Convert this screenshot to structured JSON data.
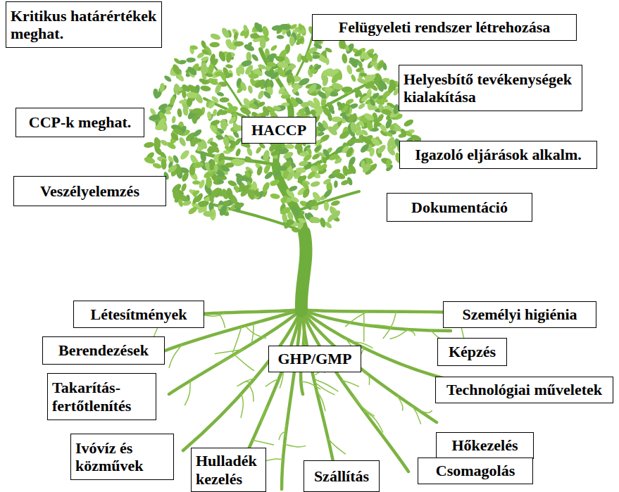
{
  "diagram": {
    "nodes": [
      {
        "text": [
          "Kritikus határértékek meghat."
        ]
      },
      {
        "text": [
          "Felügyeleti rendszer létrehozása"
        ]
      },
      {
        "text": [
          "Helyesbítő tevékenységek kialakítása"
        ]
      },
      {
        "text": [
          "CCP-k meghat."
        ]
      },
      {
        "text": [
          "HACCP"
        ]
      },
      {
        "text": [
          "Igazoló eljárások alkalm."
        ]
      },
      {
        "text": [
          "Veszélyelemzés"
        ]
      },
      {
        "text": [
          "Dokumentáció"
        ]
      },
      {
        "text": [
          "Létesítmények"
        ]
      },
      {
        "text": [
          "Személyi higiénia"
        ]
      },
      {
        "text": [
          "Berendezések"
        ]
      },
      {
        "text": [
          "Képzés"
        ]
      },
      {
        "text": [
          "GHP/GMP"
        ]
      },
      {
        "text": [
          "Takarítás- fertőtlenítés"
        ]
      },
      {
        "text": [
          "Technológiai műveletek"
        ]
      },
      {
        "text": [
          "Hőkezelés"
        ]
      },
      {
        "text": [
          "Ivóvíz és közművek"
        ]
      },
      {
        "text": [
          "Hulladék kezelés"
        ]
      },
      {
        "text": [
          "Csomagolás"
        ]
      },
      {
        "text": [
          "Szállítás"
        ]
      }
    ]
  }
}
